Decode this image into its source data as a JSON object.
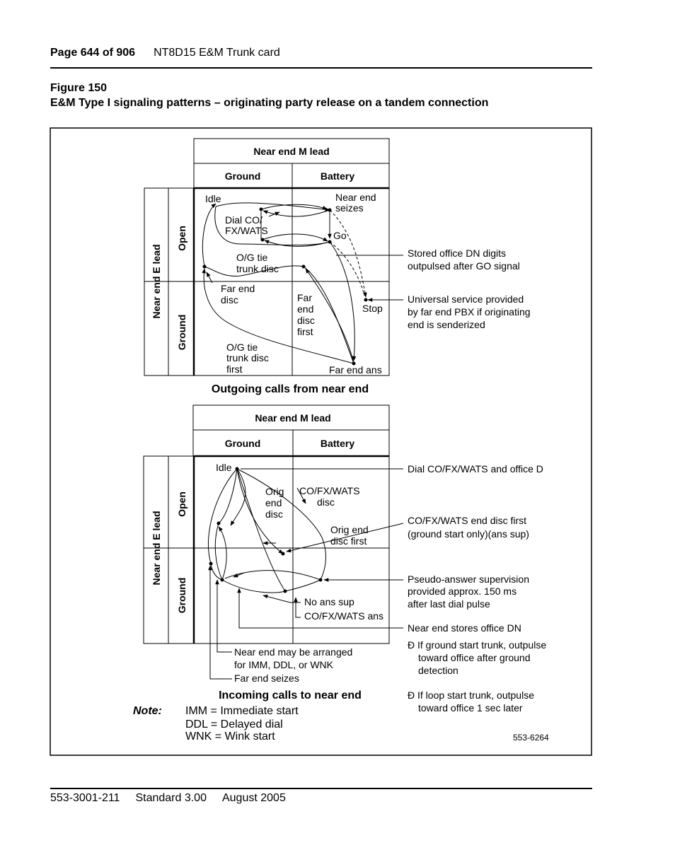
{
  "header": {
    "page": "Page 644 of 906",
    "title": "NT8D15 E&M Trunk card"
  },
  "figure": {
    "number": "Figure 150",
    "caption": "E&M Type I signaling patterns – originating party release on a tandem connection",
    "top_diagram": {
      "col_header": "Near end M lead",
      "col_ground": "Ground",
      "col_battery": "Battery",
      "row_header": "Near end E lead",
      "row_open": "Open",
      "row_ground": "Ground",
      "states": {
        "idle": "Idle",
        "near_end_seizes_1": "Near end",
        "near_end_seizes_2": "seizes",
        "dial_1": "Dial CO/",
        "dial_2": "FX/WATS",
        "go": "Go",
        "og_tie_1": "O/G tie",
        "og_tie_2": "trunk disc",
        "far_end_disc_1": "Far end",
        "far_end_disc_2": "disc",
        "far_end_disc_first_1": "Far",
        "far_end_disc_first_2": "end",
        "far_end_disc_first_3": "disc",
        "far_end_disc_first_4": "first",
        "stop": "Stop",
        "og_tie_first_1": "O/G tie",
        "og_tie_first_2": "trunk disc",
        "og_tie_first_3": "first",
        "far_end_ans": "Far end ans"
      },
      "notes": {
        "stored_1": "Stored office DN digits",
        "stored_2": "outpulsed after GO signal",
        "universal_1": "Universal service provided",
        "universal_2": "by far end PBX if originating",
        "universal_3": "end is senderized"
      },
      "subtitle": "Outgoing calls from near end"
    },
    "bottom_diagram": {
      "col_header": "Near end M lead",
      "col_ground": "Ground",
      "col_battery": "Battery",
      "row_header": "Near end E lead",
      "row_open": "Open",
      "row_ground": "Ground",
      "states": {
        "idle": "Idle",
        "orig_end_disc_1": "Orig",
        "orig_end_disc_2": "end",
        "orig_end_disc_3": "disc",
        "co_disc_1": "CO/FX/WATS",
        "co_disc_2": "disc",
        "orig_first_1": "Orig end",
        "orig_first_2": "disc first",
        "no_ans_sup": "No ans sup",
        "co_ans": "CO/FX/WATS ans",
        "arranged_1": "Near end may be arranged",
        "arranged_2": "for IMM, DDL, or WNK",
        "far_end_seizes": "Far end seizes"
      },
      "notes": {
        "dial_office": "Dial CO/FX/WATS and office D",
        "co_disc_first_1": "CO/FX/WATS end disc first",
        "co_disc_first_2": "(ground start only)(ans sup)",
        "pseudo_1": "Pseudo-answer supervision",
        "pseudo_2": "provided approx. 150 ms",
        "pseudo_3": "after last dial pulse",
        "stores": "Near end stores office DN",
        "ground_start_1": "Ð  If ground start trunk, outpulse",
        "ground_start_2": "toward office after ground",
        "ground_start_3": "detection",
        "loop_start_1": "Ð  If loop start trunk, outpulse",
        "loop_start_2": "toward office 1 sec later"
      },
      "subtitle": "Incoming calls to near end"
    },
    "note_label": "Note:",
    "note_lines": [
      "IMM = Immediate start",
      "DDL = Delayed dial",
      "WNK = Wink start"
    ],
    "figure_id": "553-6264"
  },
  "footer": {
    "doc": "553-3001-211",
    "standard": "Standard 3.00",
    "date": "August 2005"
  }
}
